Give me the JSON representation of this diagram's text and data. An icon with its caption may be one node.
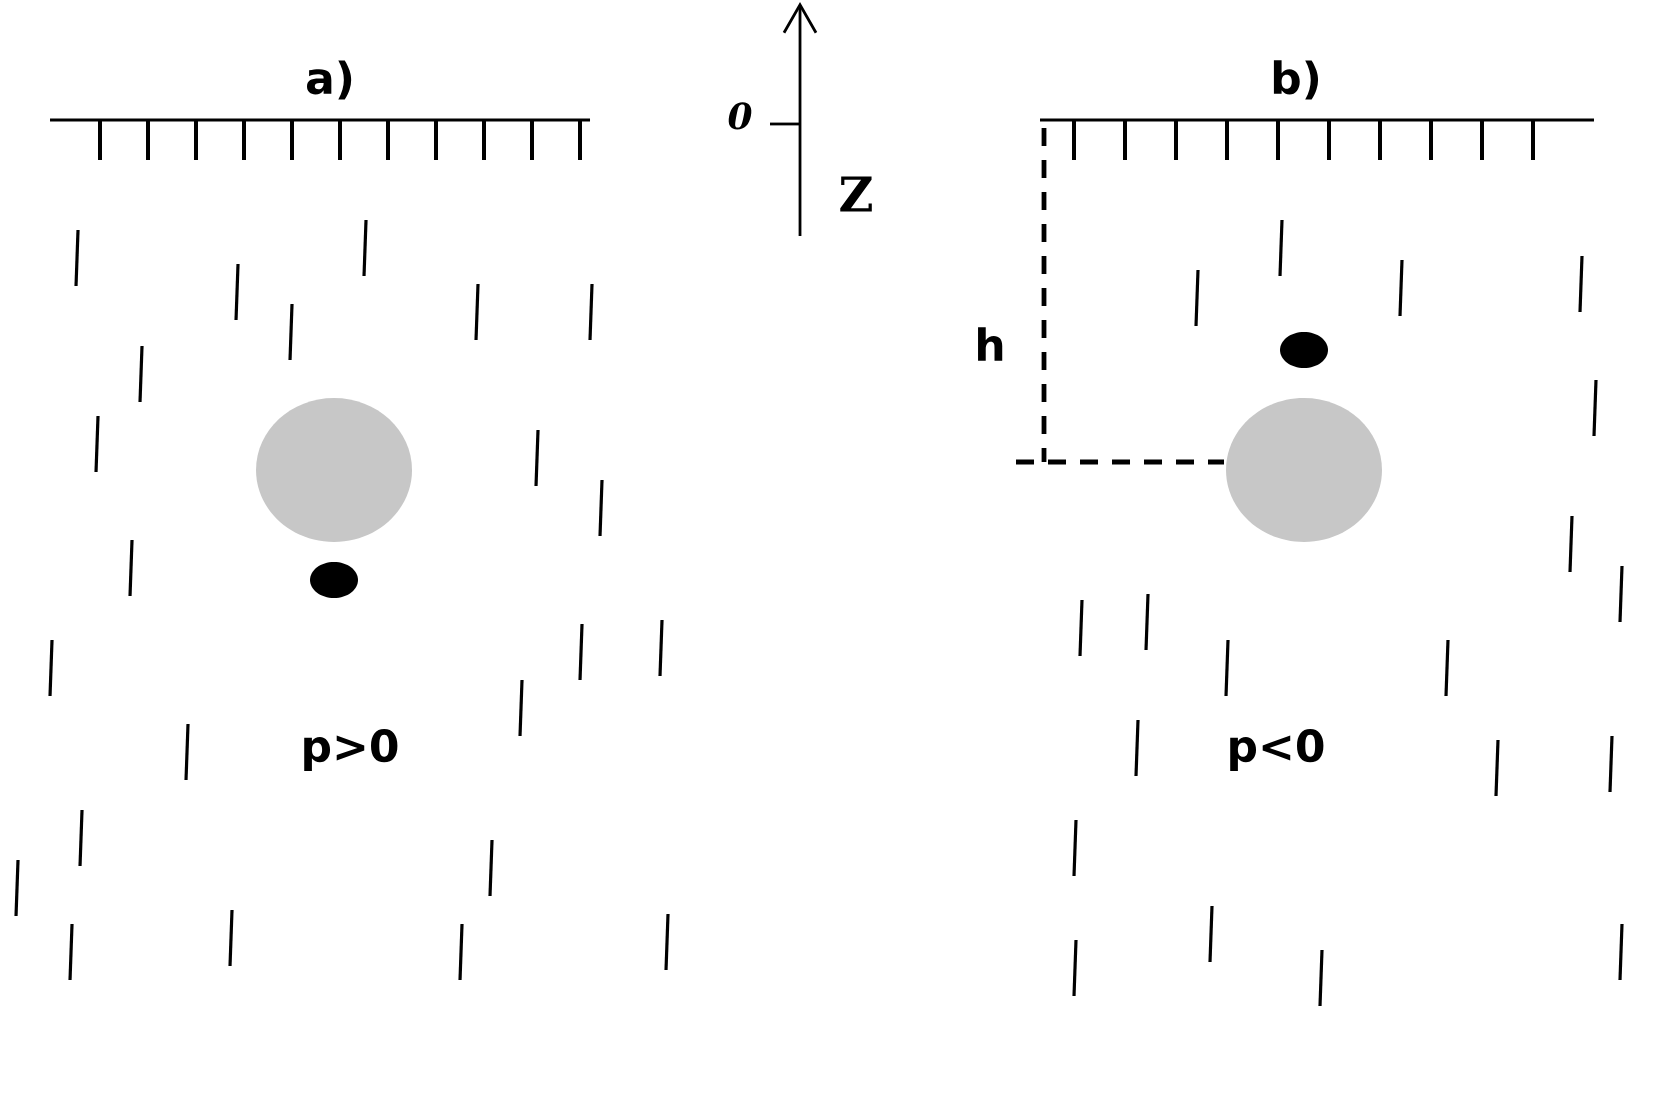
{
  "diagram": {
    "nodes": [
      {
        "text": [],
        "shape": "circle"
      },
      {
        "text": [],
        "shape": "circle"
      },
      {
        "text": [],
        "shape": "circle"
      },
      {
        "text": [],
        "shape": "circle"
      }
    ],
    "labels": [
      "a)",
      "b)",
      "0",
      "Z",
      "h",
      "p>0",
      "p<0"
    ]
  }
}
